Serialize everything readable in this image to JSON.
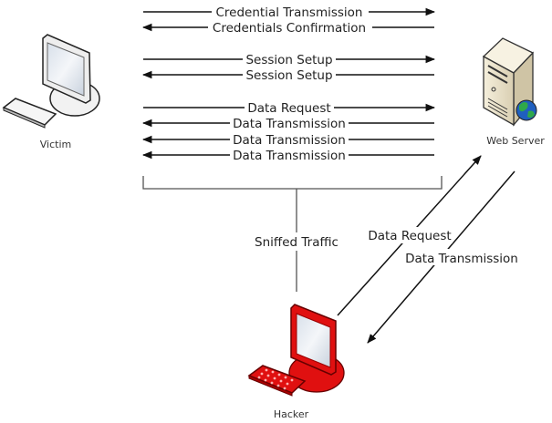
{
  "nodes": {
    "victim": {
      "label": "Victim",
      "icon": "desktop-computer-icon"
    },
    "server": {
      "label": "Web Server",
      "icon": "web-server-icon"
    },
    "hacker": {
      "label": "Hacker",
      "icon": "red-desktop-computer-icon"
    }
  },
  "messages": [
    {
      "label": "Credential Transmission",
      "direction": "right"
    },
    {
      "label": "Credentials Confirmation",
      "direction": "left"
    },
    {
      "label": "Session Setup",
      "direction": "right"
    },
    {
      "label": "Session Setup",
      "direction": "left"
    },
    {
      "label": "Data Request",
      "direction": "right"
    },
    {
      "label": "Data Transmission",
      "direction": "left"
    },
    {
      "label": "Data Transmission",
      "direction": "left"
    },
    {
      "label": "Data Transmission",
      "direction": "left"
    }
  ],
  "sniff": {
    "label": "Sniffed Traffic"
  },
  "hacker_links": {
    "request": {
      "label": "Data Request",
      "direction": "to-server"
    },
    "transmission": {
      "label": "Data Transmission",
      "direction": "to-hacker"
    }
  },
  "colors": {
    "line": "#111111",
    "bracket": "#555555",
    "hacker_red": "#e01010",
    "server_beige": "#eee6cf",
    "globe_blue": "#1f5fbf",
    "globe_green": "#2fa84a"
  }
}
